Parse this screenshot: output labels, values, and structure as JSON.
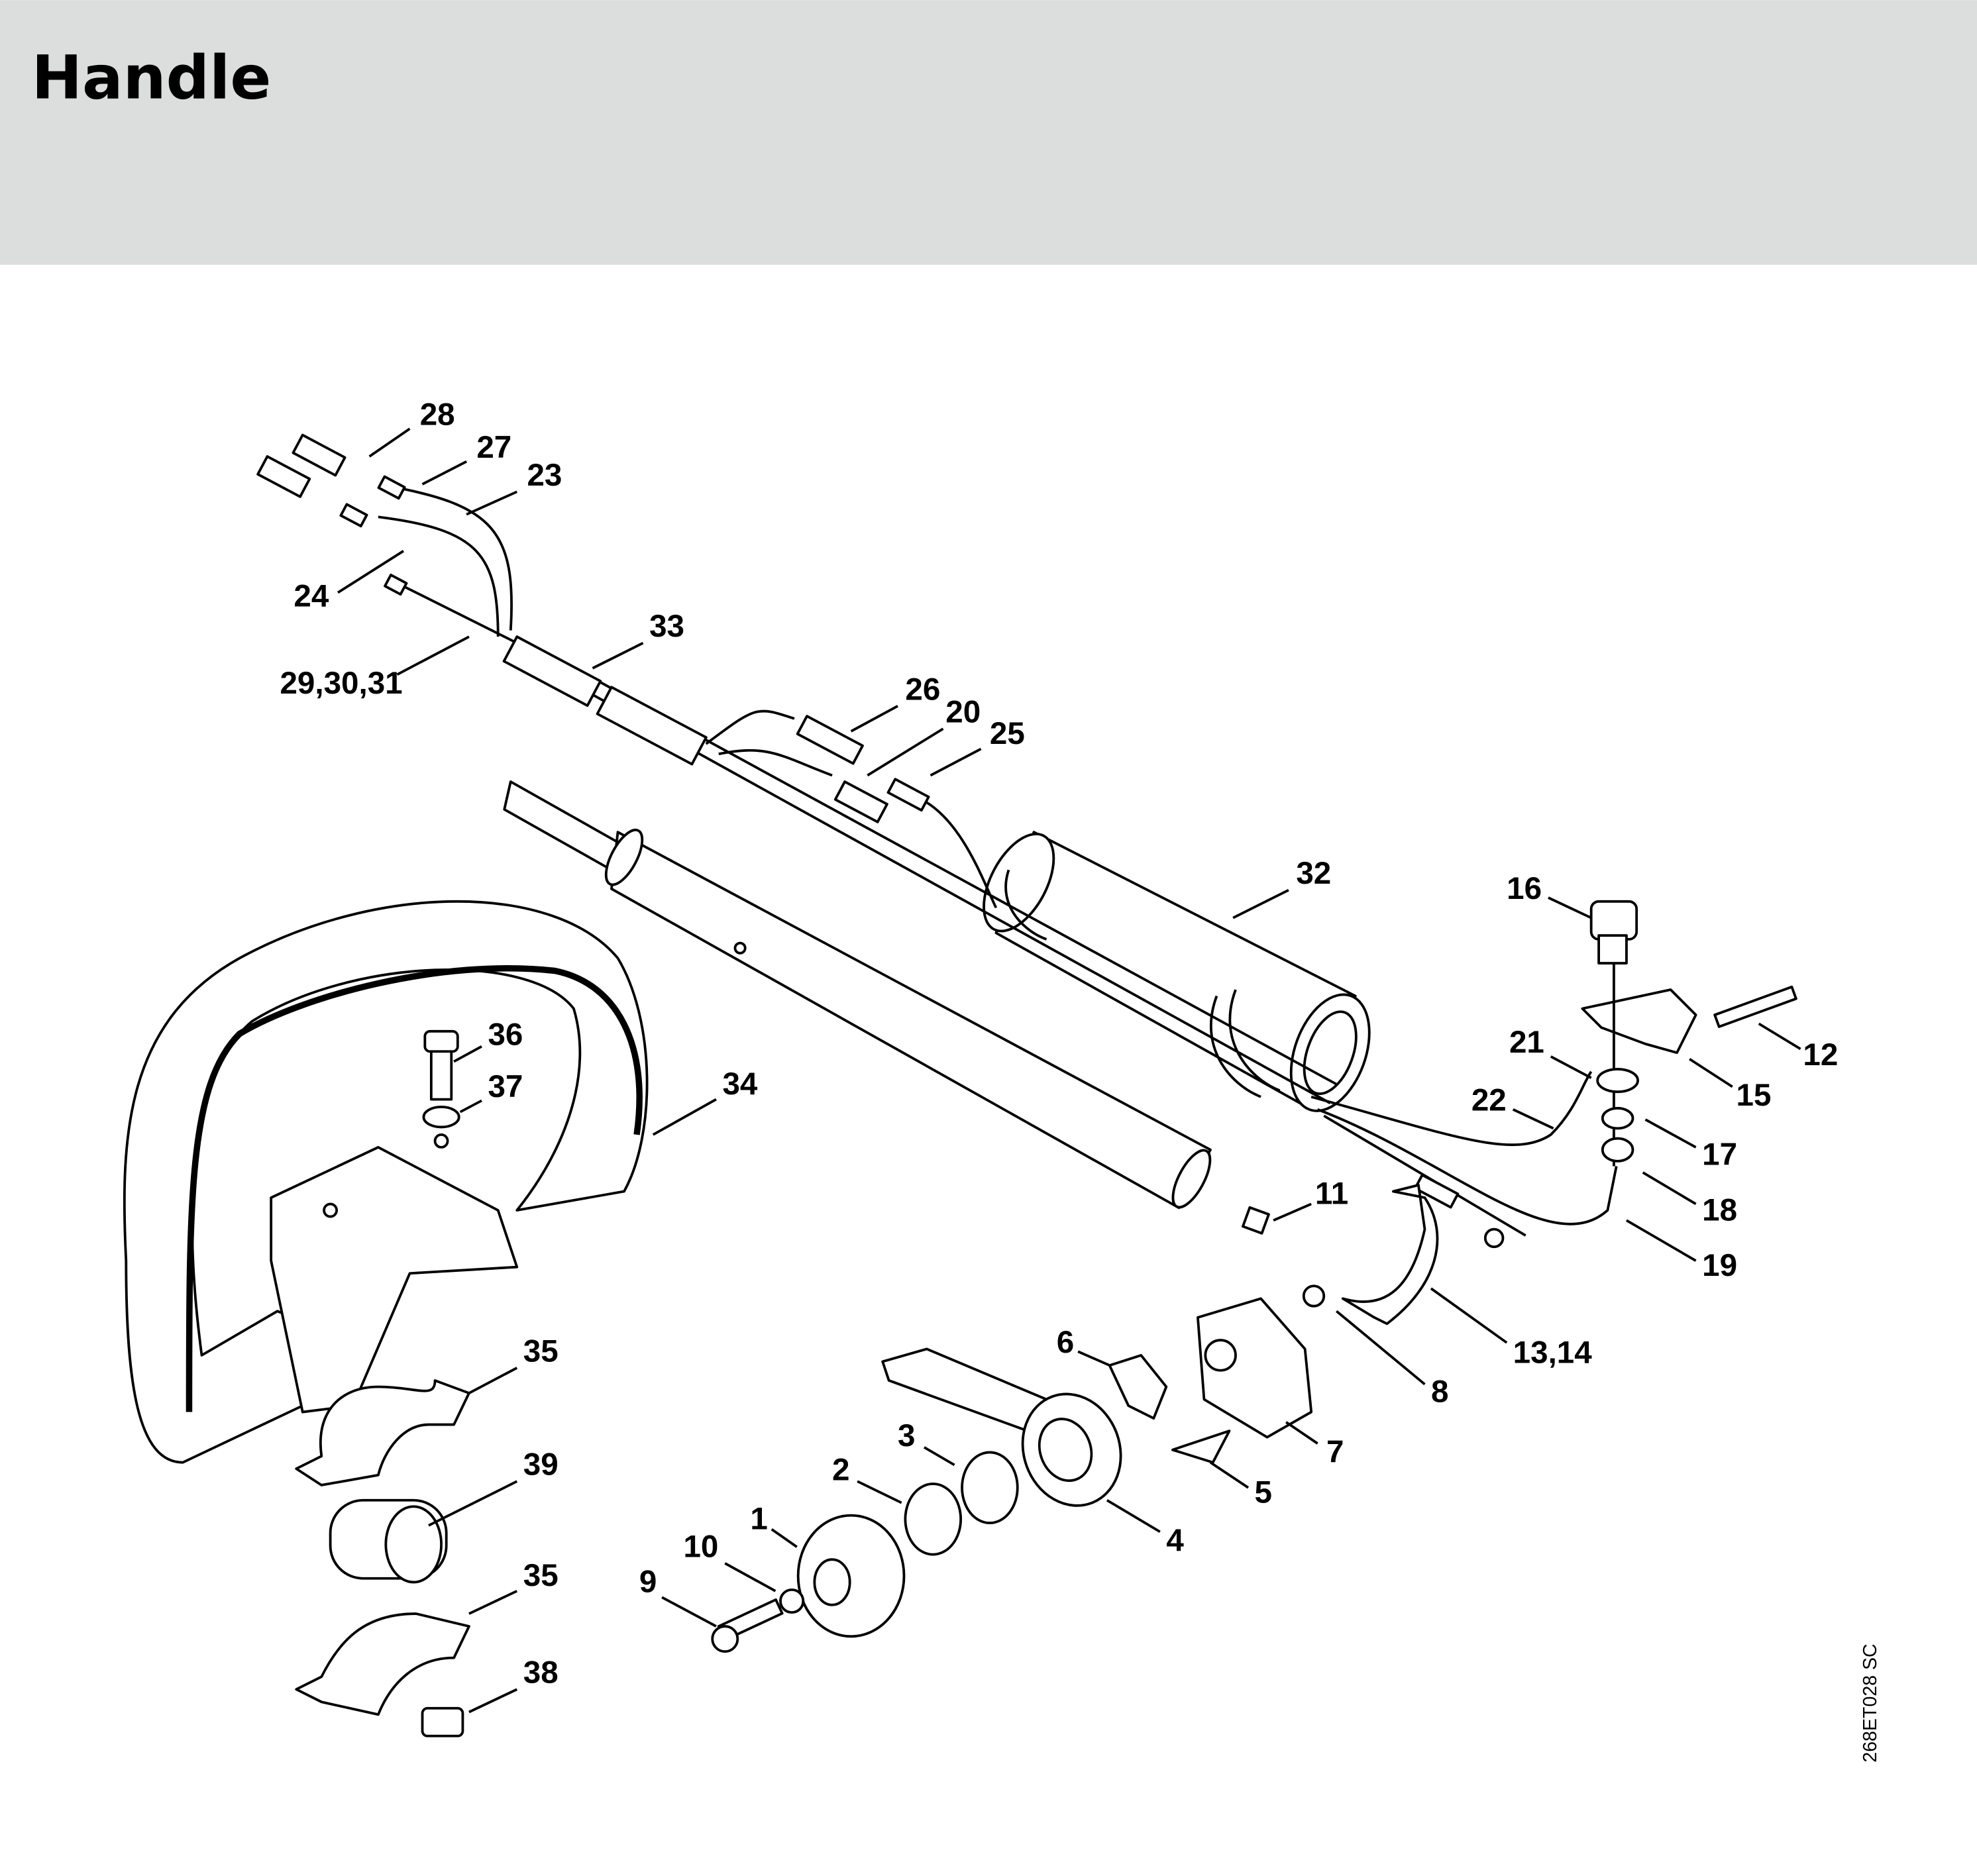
{
  "header": {
    "title": "Handle",
    "background": "#dcdddd"
  },
  "drawing_code": "268ET028 SC",
  "callouts": [
    "28",
    "27",
    "23",
    "24",
    "29,30,31",
    "33",
    "26",
    "20",
    "25",
    "32",
    "16",
    "12",
    "21",
    "15",
    "22",
    "17",
    "18",
    "19",
    "11",
    "13,14",
    "8",
    "6",
    "7",
    "5",
    "3",
    "2",
    "4",
    "1",
    "10",
    "9",
    "36",
    "37",
    "34",
    "35",
    "39",
    "35",
    "38"
  ]
}
